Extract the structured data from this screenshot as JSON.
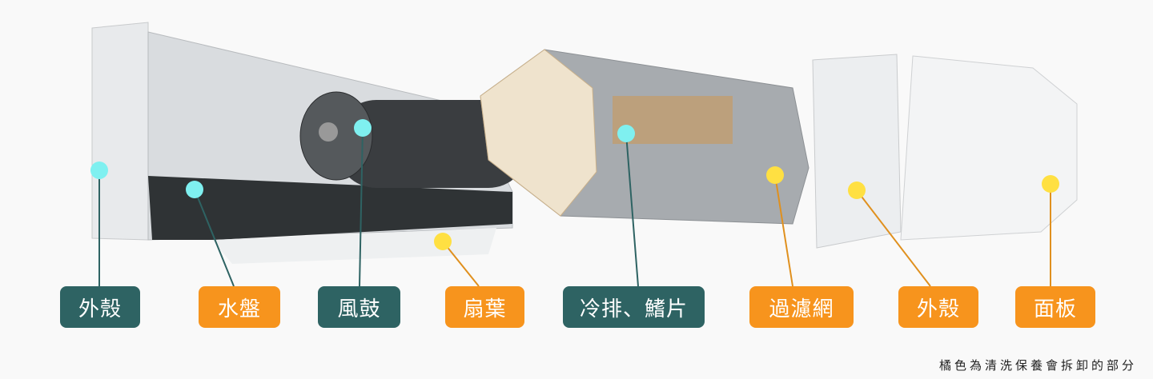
{
  "colors": {
    "removable": "#f7941d",
    "fixed": "#2e6363",
    "dot_cyan": "#7ff0f0",
    "dot_yellow": "#ffe042"
  },
  "labels": [
    {
      "text": "外殼",
      "removable": false
    },
    {
      "text": "水盤",
      "removable": true
    },
    {
      "text": "風鼓",
      "removable": false
    },
    {
      "text": "扇葉",
      "removable": true
    },
    {
      "text": "冷排、鰭片",
      "removable": false
    },
    {
      "text": "過濾網",
      "removable": true
    },
    {
      "text": "外殼",
      "removable": true
    },
    {
      "text": "面板",
      "removable": true
    }
  ],
  "caption": "橘色為清洗保養會拆卸的部分"
}
